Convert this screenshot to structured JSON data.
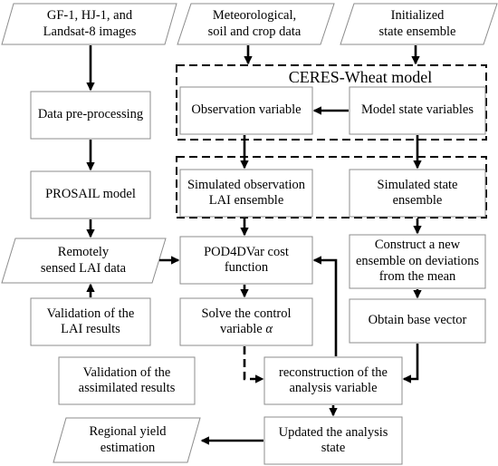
{
  "group_title": "CERES-Wheat model",
  "nodes": {
    "gf_images": "GF-1, HJ-1, and\nLandsat-8 images",
    "met_data": "Meteorological,\nsoil and crop data",
    "init_ensemble": "Initialized\nstate ensemble",
    "preprocessing": "Data pre-processing",
    "observation_variable": "Observation variable",
    "model_state_variables": "Model state variables",
    "prosail": "PROSAIL model",
    "sim_obs_lai": "Simulated observation\nLAI ensemble",
    "sim_state": "Simulated state\nensemble",
    "remote_lai": "Remotely\nsensed LAI data",
    "pod4dvar": "POD4DVar  cost\nfunction",
    "construct_ensemble": "Construct a new\nensemble on deviations\nfrom the mean",
    "validation_lai": "Validation of the\nLAI results",
    "solve_control_line1": "Solve the control",
    "solve_control_line2": "variable ",
    "solve_control_symbol": "α",
    "obtain_base": "Obtain base vector",
    "validation_assimilated": "Validation of the\nassimilated results",
    "reconstruction": "reconstruction of the\nanalysis variable",
    "regional_yield": "Regional yield\nestimation",
    "updated_analysis": "Updated the analysis\nstate"
  },
  "colors": {
    "box_border": "#8c8c8c",
    "arrow": "#000000",
    "text": "#000000",
    "background": "#ffffff"
  }
}
